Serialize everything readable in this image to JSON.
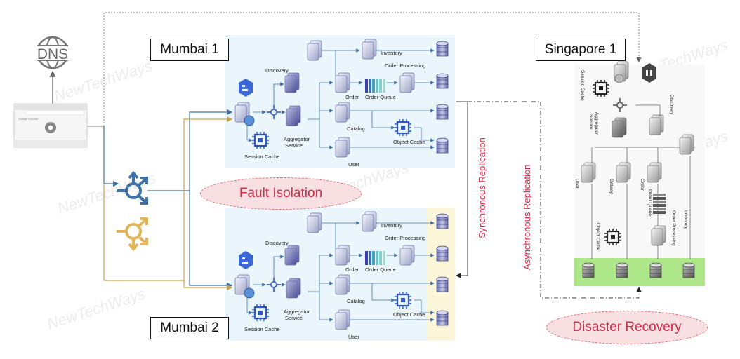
{
  "regions": {
    "mumbai1": "Mumbai 1",
    "mumbai2": "Mumbai 2",
    "singapore1": "Singapore 1"
  },
  "labels": {
    "fault_isolation": "Fault Isolation",
    "disaster_recovery": "Disaster Recovery",
    "sync_replication": "Synchronous Replication",
    "async_replication": "Asynchronous Replication",
    "dns": "DNS",
    "browser_caption": "Google Chrome"
  },
  "services": {
    "discovery": "Discovery",
    "aggregator_line1": "Aggregator",
    "aggregator_line2": "Service",
    "session_cache": "Session Cache",
    "inventory": "Inventory",
    "order_processing": "Order Processing",
    "order": "Order",
    "order_queue": "Order Queue",
    "catalog": "Catalog",
    "object_cache": "Object Cache",
    "user": "User"
  },
  "watermark": "NewTechWays",
  "colors": {
    "region_bg": "#eaf6fb",
    "db_highlight": "#fbf6d8",
    "sg_db_band": "#aee68a",
    "primary_lb": "#3f73a8",
    "secondary_lb": "#e0b55a",
    "red_text": "#d12e4a"
  }
}
